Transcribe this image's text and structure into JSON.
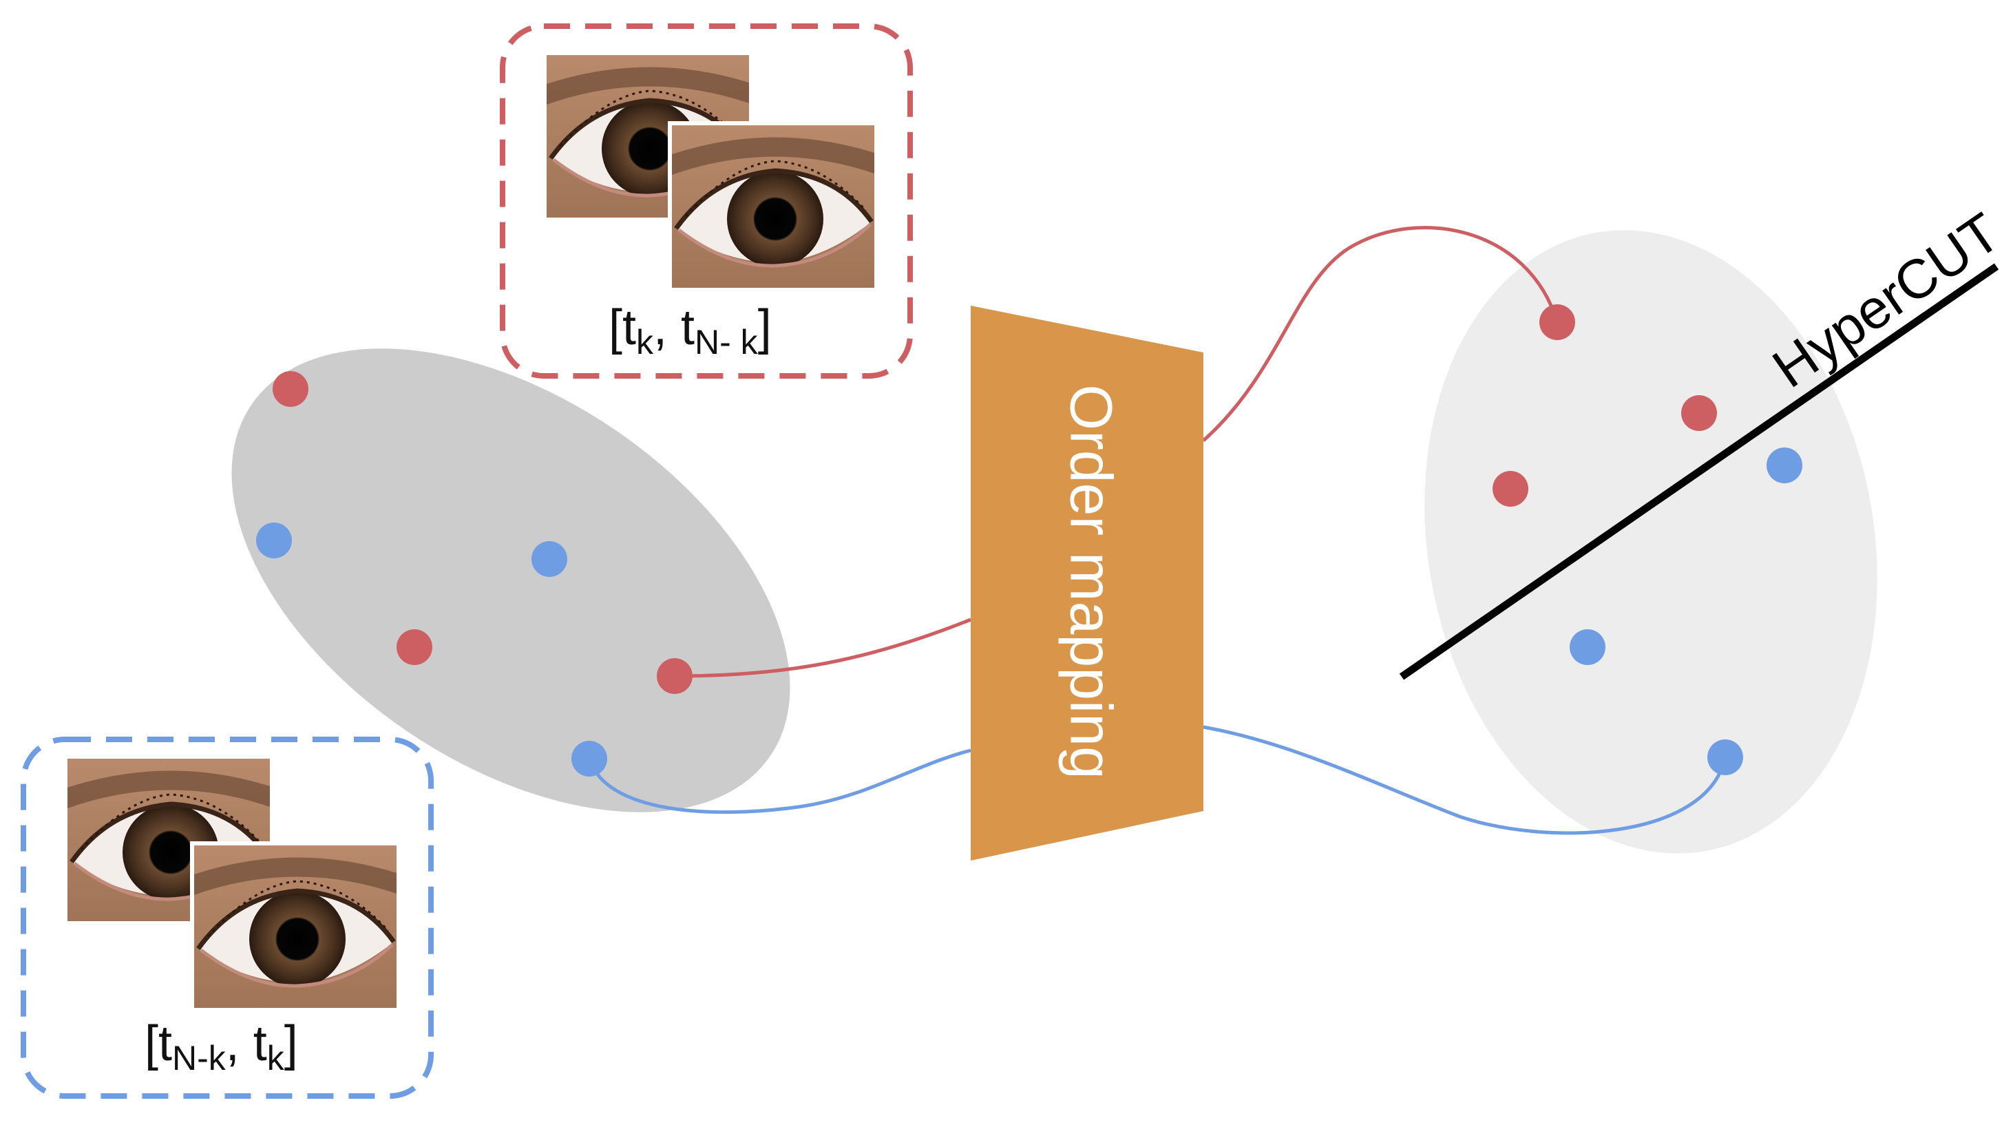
{
  "colors": {
    "red": "#cd5f62",
    "blue": "#6f9de4",
    "orange": "#d9964a",
    "cluster_left": "#cccccc",
    "cluster_right": "#ededed",
    "line": "#000000"
  },
  "pair_top": {
    "open": "[t",
    "sub1": "k",
    "mid": ", t",
    "sub2": "N- k",
    "close": "]"
  },
  "pair_bottom": {
    "open": "[t",
    "sub1": "N-k",
    "mid": ", t",
    "sub2": "k",
    "close": "]"
  },
  "mapping": {
    "label": "Order mapping"
  },
  "hypercut": {
    "label": "HyperCUT"
  }
}
